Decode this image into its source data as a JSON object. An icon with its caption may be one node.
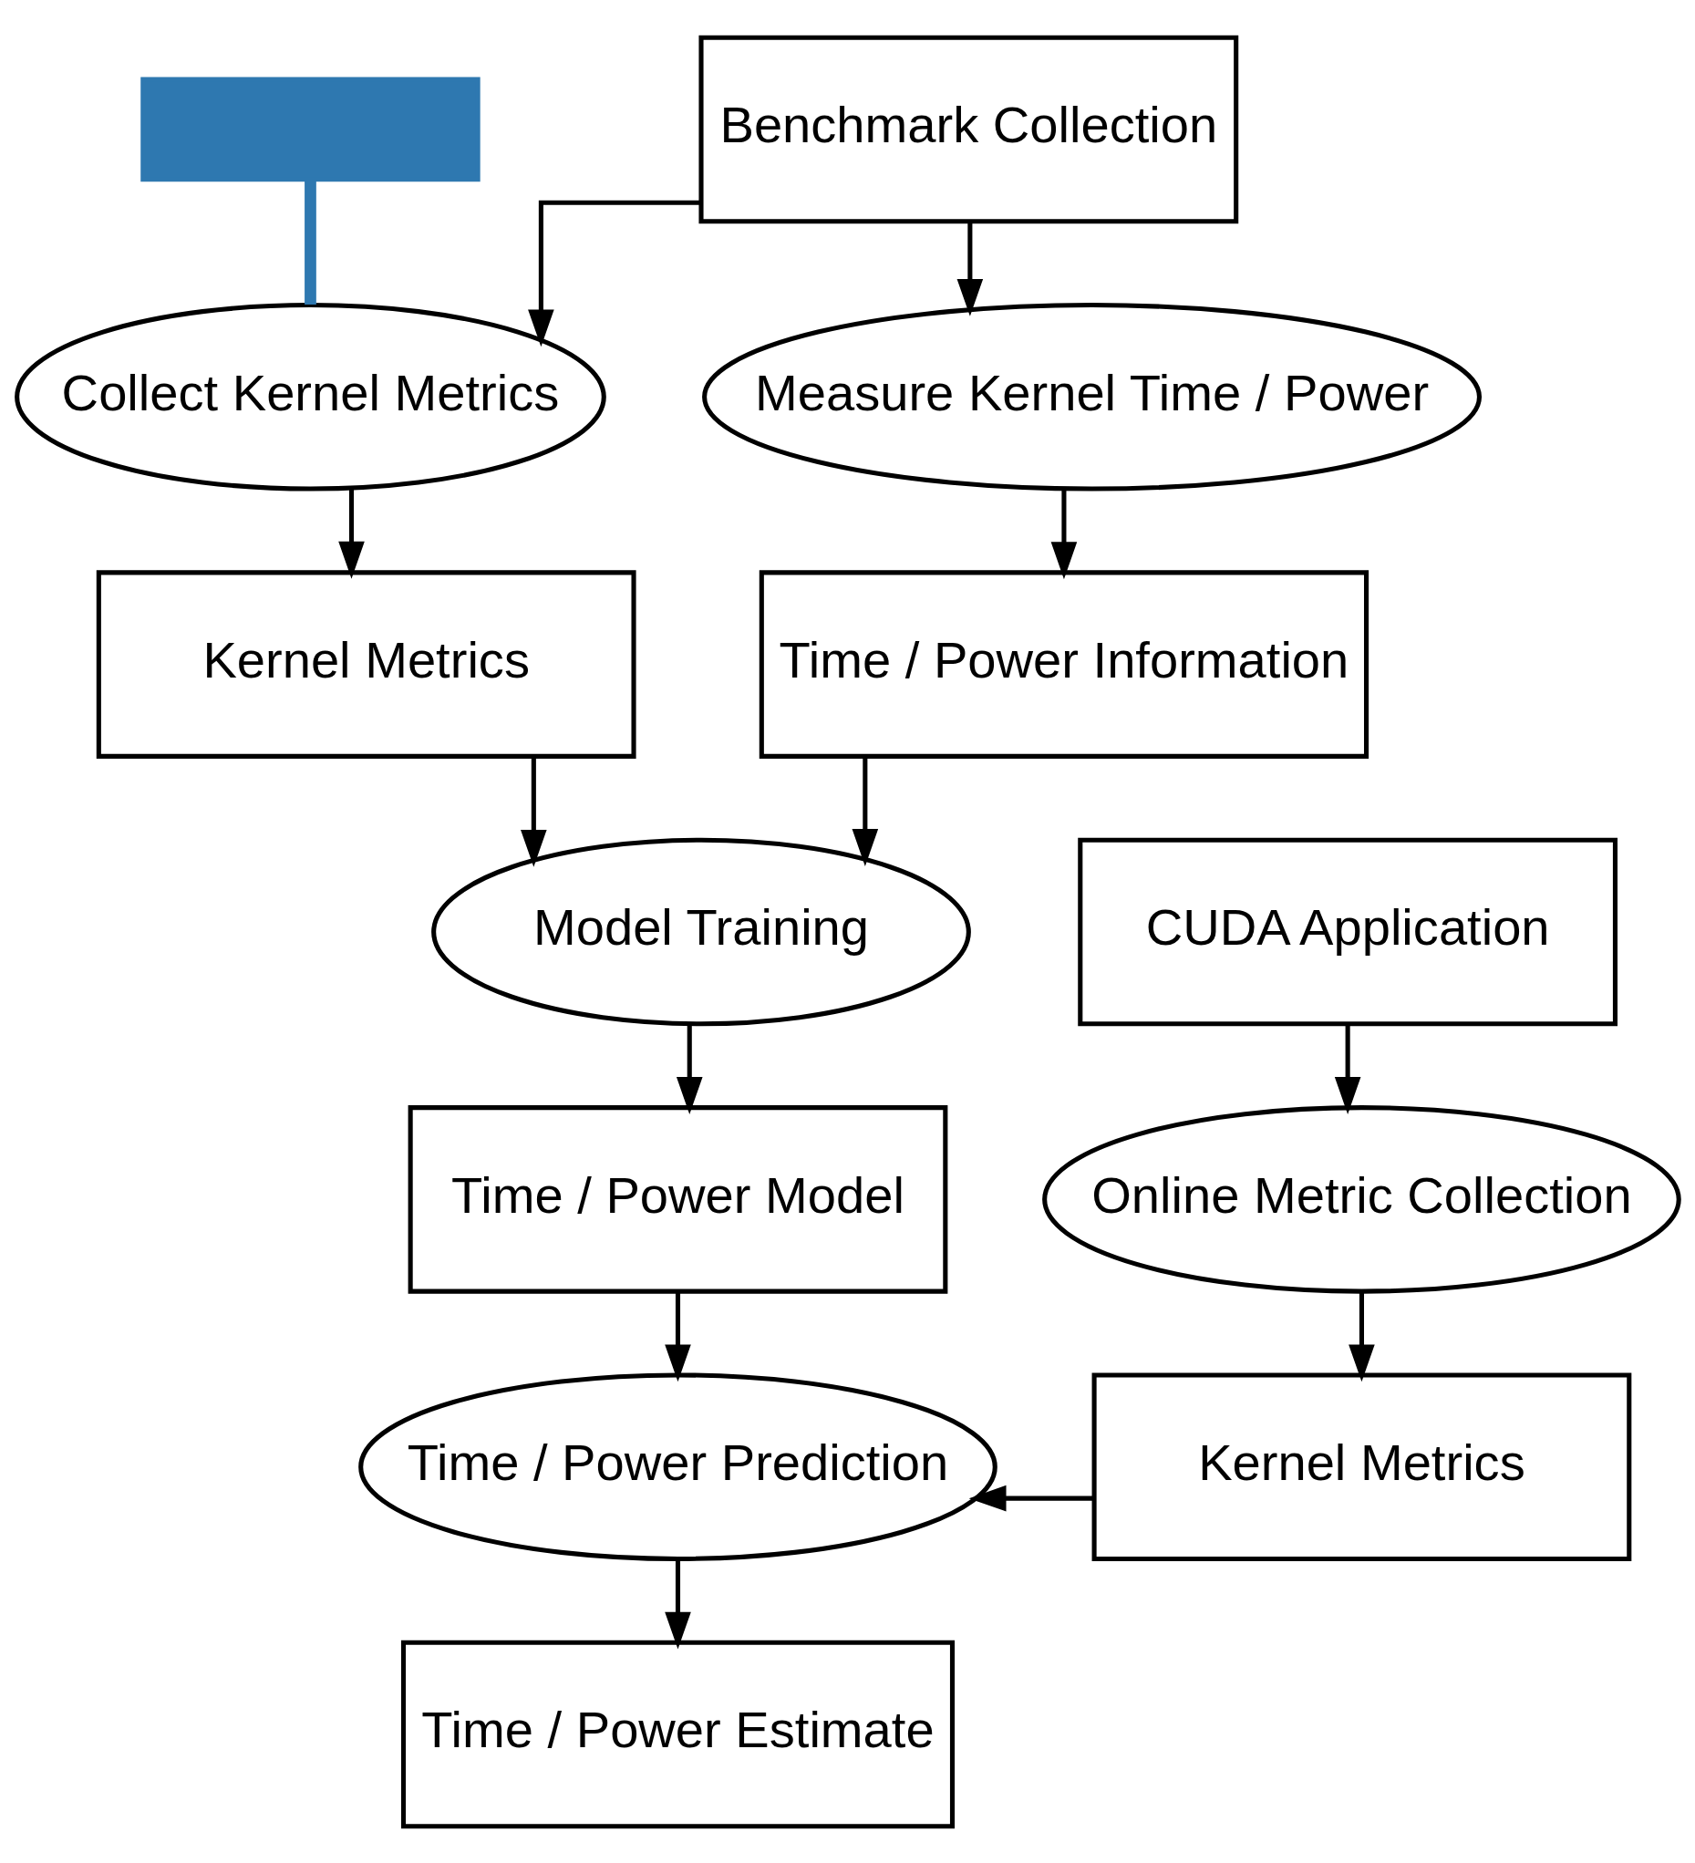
{
  "diagram": {
    "nodes": [
      {
        "text": [
          "Benchmark Collection"
        ]
      },
      {
        "text": [
          "Collect Kernel Metrics"
        ]
      },
      {
        "text": [
          "Measure Kernel Time / Power"
        ]
      },
      {
        "text": [
          "Kernel Metrics"
        ]
      },
      {
        "text": [
          "Time / Power Information"
        ]
      },
      {
        "text": [
          "Model Training"
        ]
      },
      {
        "text": [
          "CUDA Application"
        ]
      },
      {
        "text": [
          "Time / Power Model"
        ]
      },
      {
        "text": [
          "Online Metric Collection"
        ]
      },
      {
        "text": [
          "Time / Power Prediction"
        ]
      },
      {
        "text": [
          "Kernel Metrics"
        ]
      },
      {
        "text": [
          "Time / Power Estimate"
        ]
      },
      {
        "text": [],
        "shape": "box"
      }
    ],
    "edges": [
      {
        "from": 0,
        "to": 1,
        "arrow": "to"
      },
      {
        "from": 0,
        "to": 2,
        "arrow": "to"
      },
      {
        "from": 1,
        "to": 3,
        "arrow": "to"
      },
      {
        "from": 2,
        "to": 4,
        "arrow": "to"
      },
      {
        "from": 3,
        "to": 5,
        "arrow": "to"
      },
      {
        "from": 4,
        "to": 5,
        "arrow": "to"
      },
      {
        "from": 5,
        "to": 7,
        "arrow": "to"
      },
      {
        "from": 7,
        "to": 9,
        "arrow": "to"
      },
      {
        "from": 6,
        "to": 8,
        "arrow": "to"
      },
      {
        "from": 8,
        "to": 10,
        "arrow": "to"
      },
      {
        "from": 10,
        "to": 9,
        "arrow": "to"
      },
      {
        "from": 9,
        "to": 11,
        "arrow": "to"
      },
      {
        "from": 12,
        "to": 1,
        "arrow": "none",
        "style": "thick",
        "color": "#2e78b0"
      }
    ]
  }
}
